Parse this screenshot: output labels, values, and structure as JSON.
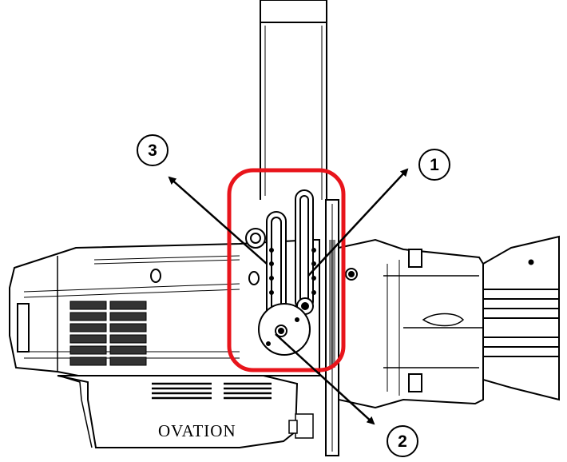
{
  "callouts": [
    {
      "label": "1"
    },
    {
      "label": "2"
    },
    {
      "label": "3"
    }
  ],
  "brand": "OVATION",
  "colors": {
    "line": "#000000",
    "highlight": "#e8141b",
    "background": "#ffffff",
    "vent": "#333333"
  }
}
